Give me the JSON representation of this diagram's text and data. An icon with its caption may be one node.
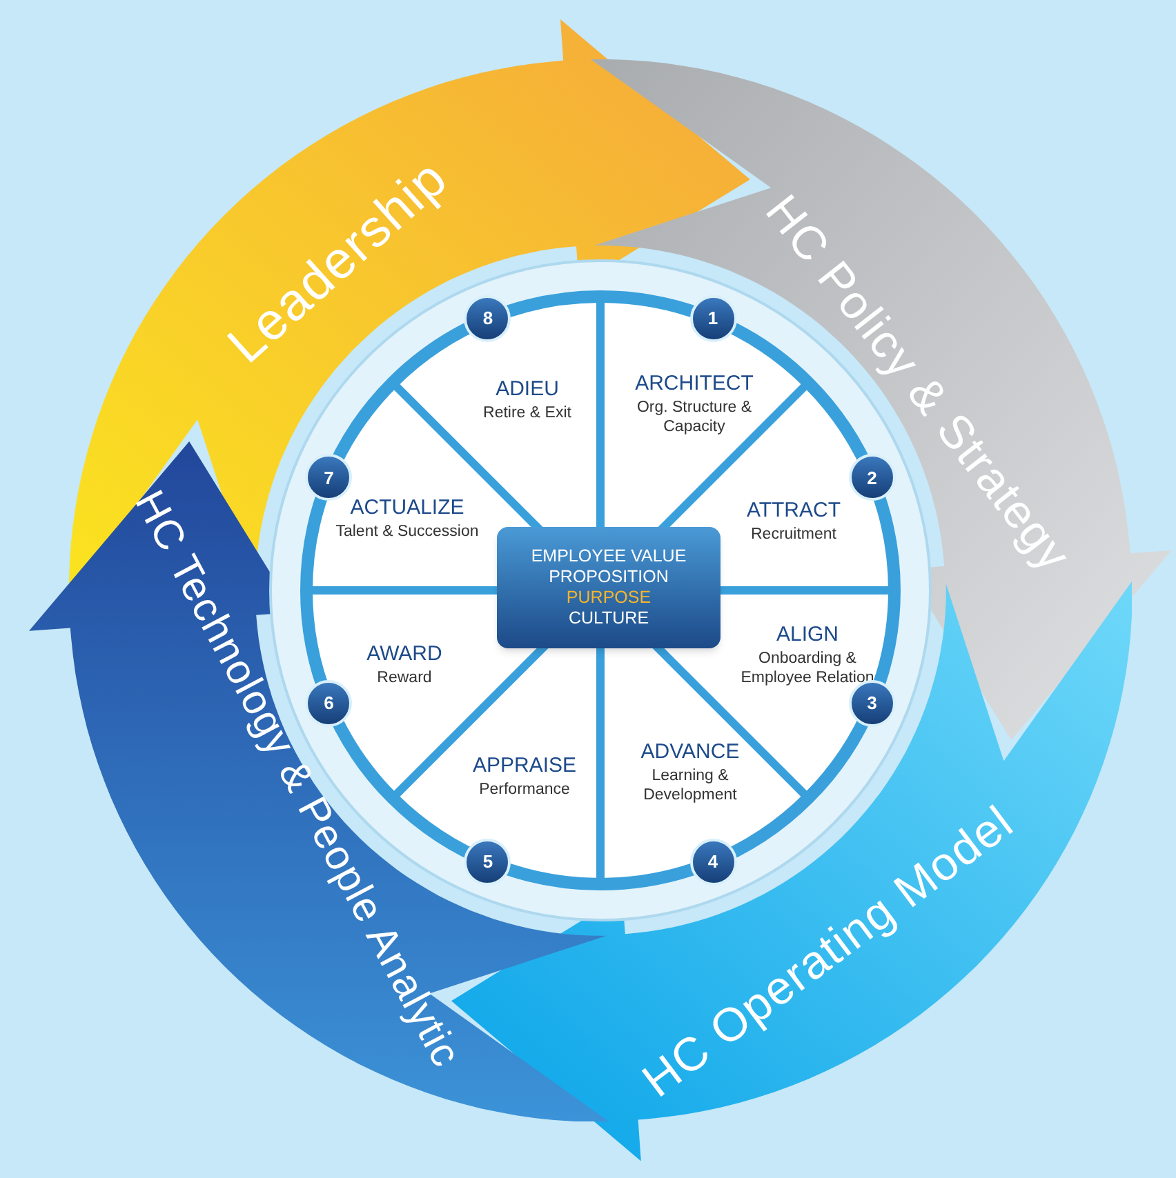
{
  "diagram": {
    "nodes": [
      {
        "text": [
          "Leadership"
        ]
      },
      {
        "text": [
          "HC Policy & Strategy"
        ]
      },
      {
        "text": [
          "HC Operating Model"
        ]
      },
      {
        "text": [
          "HC Technology & People Analytic"
        ]
      },
      {
        "text": [],
        "shape": "circle"
      },
      {
        "text": [
          "EMPLOYEE VALUE PROPOSITION",
          "PURPOSE",
          "CULTURE"
        ],
        "in": 4
      },
      {
        "text": [
          "ARCHITECT",
          "Org. Structure & Capacity"
        ],
        "in": 4
      },
      {
        "text": [
          "ATTRACT",
          "Recruitment"
        ],
        "in": 4
      },
      {
        "text": [
          "ALIGN",
          "Onboarding & Employee Relation"
        ],
        "in": 4
      },
      {
        "text": [
          "ADVANCE",
          "Learning & Development"
        ],
        "in": 4
      },
      {
        "text": [
          "APPRAISE",
          "Performance"
        ],
        "in": 4
      },
      {
        "text": [
          "AWARD",
          "Reward"
        ],
        "in": 4
      },
      {
        "text": [
          "ACTUALIZE",
          "Talent & Succession"
        ],
        "in": 4
      },
      {
        "text": [
          "ADIEU",
          "Retire & Exit"
        ],
        "in": 4
      },
      {
        "text": [
          "1"
        ],
        "in": 4
      },
      {
        "text": [
          "2"
        ],
        "in": 4
      },
      {
        "text": [
          "3"
        ],
        "in": 4
      },
      {
        "text": [
          "4"
        ],
        "in": 4
      },
      {
        "text": [
          "5"
        ],
        "in": 4
      },
      {
        "text": [
          "6"
        ],
        "in": 4
      },
      {
        "text": [
          "7"
        ],
        "in": 4
      },
      {
        "text": [
          "8"
        ],
        "in": 4
      }
    ]
  }
}
